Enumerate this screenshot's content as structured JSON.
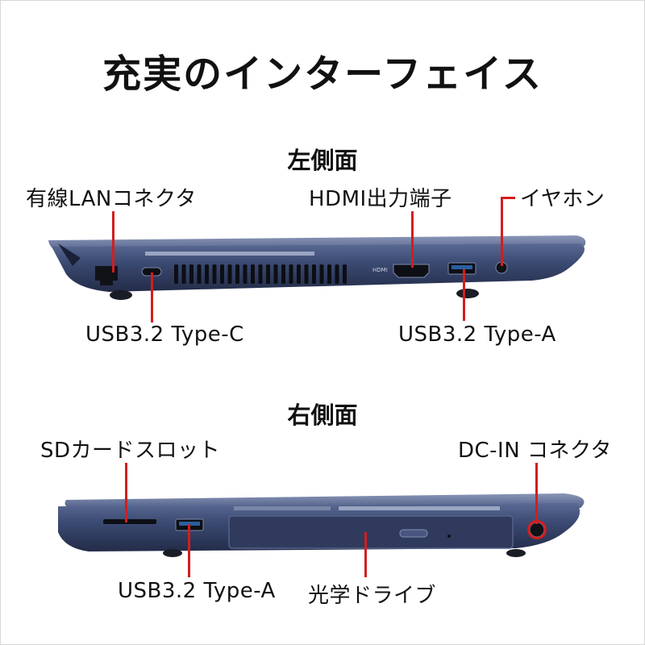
{
  "title": "充実のインターフェイス",
  "left_side": {
    "heading": "左側面",
    "labels": {
      "lan": "有線LANコネクタ",
      "hdmi": "HDMI出力端子",
      "earphone": "イヤホン",
      "usb_c": "USB3.2 Type-C",
      "usb_a": "USB3.2 Type-A"
    },
    "device_marks": {
      "hdmi": "HDMI"
    }
  },
  "right_side": {
    "heading": "右側面",
    "labels": {
      "sd": "SDカードスロット",
      "dcin": "DC-IN コネクタ",
      "usb_a": "USB3.2 Type-A",
      "optical": "光学ドライブ"
    }
  },
  "colors": {
    "chassis": "#3b4a72",
    "chassis_dark": "#222b45",
    "callout": "#d21e1e"
  }
}
